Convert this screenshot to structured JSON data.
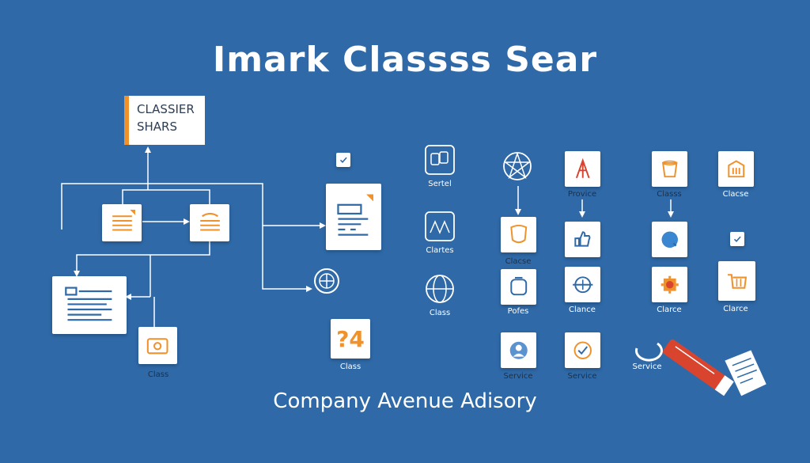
{
  "title": "Imark Classss Sear",
  "footer": "Company Avenue Adisory",
  "header_box": {
    "line1": "CLASSIER",
    "line2": "SHARS"
  },
  "number_tile": "?4",
  "colors": {
    "background": "#2f69a7",
    "accent": "#f0922b",
    "blue": "#2f69a7",
    "red": "#d9442f"
  },
  "labels": {
    "class_left": "Class",
    "class_number": "Class",
    "sertel": "Sertel",
    "clartes": "Clartes",
    "class_globe": "Class",
    "clacse_1": "Clacse",
    "pofes": "Pofes",
    "service_1": "Service",
    "provice": "Provice",
    "clance": "Clance",
    "service_2": "Service",
    "classs": "Classs",
    "clarce_1": "Clarce",
    "service_3": "Service",
    "clacse_2": "Clacse",
    "clarce_2": "Clarce"
  }
}
